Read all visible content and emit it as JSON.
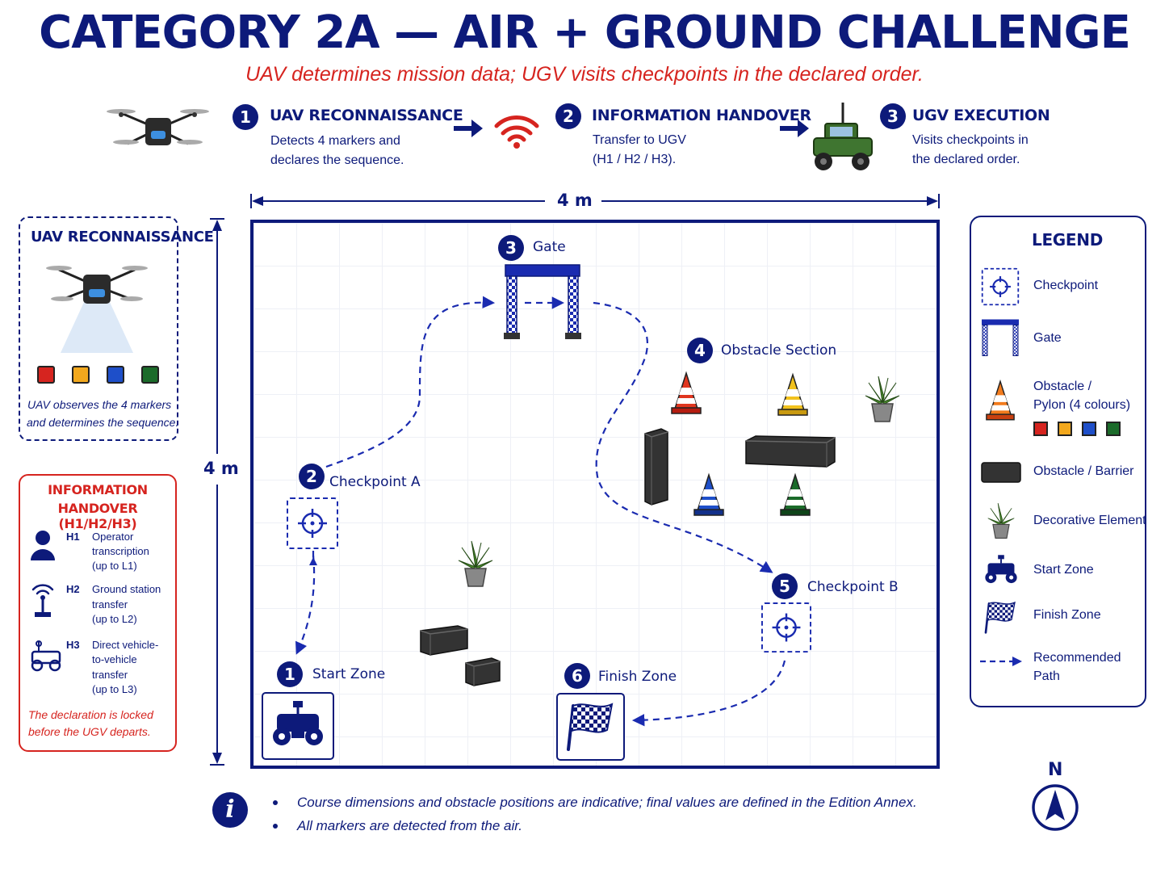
{
  "title": "CATEGORY 2A — AIR + GROUND CHALLENGE",
  "subtitle": "UAV determines mission data; UGV visits checkpoints in the declared order.",
  "steps": [
    {
      "num": "1",
      "title": "UAV RECONNAISSANCE",
      "line1": "Detects 4 markers and",
      "line2": "declares the sequence."
    },
    {
      "num": "2",
      "title": "INFORMATION HANDOVER",
      "line1": "Transfer to UGV",
      "line2": "(H1 / H2 / H3)."
    },
    {
      "num": "3",
      "title": "UGV EXECUTION",
      "line1": "Visits checkpoints in",
      "line2": "the declared order."
    }
  ],
  "dimensions": {
    "width": "4 m",
    "height": "4 m"
  },
  "uav_panel": {
    "title": "UAV RECONNAISSANCE",
    "line1": "UAV observes the 4 markers",
    "line2": "and determines the sequence.",
    "marker_colors": [
      "#d6241f",
      "#f2a81d",
      "#1e4fc9",
      "#1b6b2a"
    ]
  },
  "handover_panel": {
    "title_line1": "INFORMATION",
    "title_line2": "HANDOVER (H1/H2/H3)",
    "items": [
      {
        "code": "H1",
        "lines": [
          "Operator",
          "transcription",
          "(up to L1)"
        ]
      },
      {
        "code": "H2",
        "lines": [
          "Ground station",
          "transfer",
          "(up to L2)"
        ]
      },
      {
        "code": "H3",
        "lines": [
          "Direct vehicle-",
          "to-vehicle",
          "transfer",
          "(up to L3)"
        ]
      }
    ],
    "note_line1": "The declaration is locked",
    "note_line2": "before the UGV departs."
  },
  "course": {
    "start": {
      "num": "1",
      "label": "Start Zone"
    },
    "checkpoint_a": {
      "num": "2",
      "label": "Checkpoint A"
    },
    "gate": {
      "num": "3",
      "label": "Gate"
    },
    "obstacle_section": {
      "num": "4",
      "label": "Obstacle Section"
    },
    "checkpoint_b": {
      "num": "5",
      "label": "Checkpoint B"
    },
    "finish": {
      "num": "6",
      "label": "Finish Zone"
    }
  },
  "legend": {
    "title": "LEGEND",
    "checkpoint": "Checkpoint",
    "gate": "Gate",
    "obstacle_line1": "Obstacle /",
    "obstacle_line2": "Pylon (4 colours)",
    "barrier": "Obstacle / Barrier",
    "decorative": "Decorative Element",
    "start": "Start Zone",
    "finish": "Finish Zone",
    "path_line1": "Recommended",
    "path_line2": "Path"
  },
  "notes": [
    "Course dimensions and obstacle positions are indicative; final values are defined in the Edition Annex.",
    "All markers are detected from the air."
  ],
  "compass": "N",
  "colors": {
    "navy": "#0d1a7a",
    "red": "#d6241f",
    "dark_green": "#2f5a22"
  }
}
